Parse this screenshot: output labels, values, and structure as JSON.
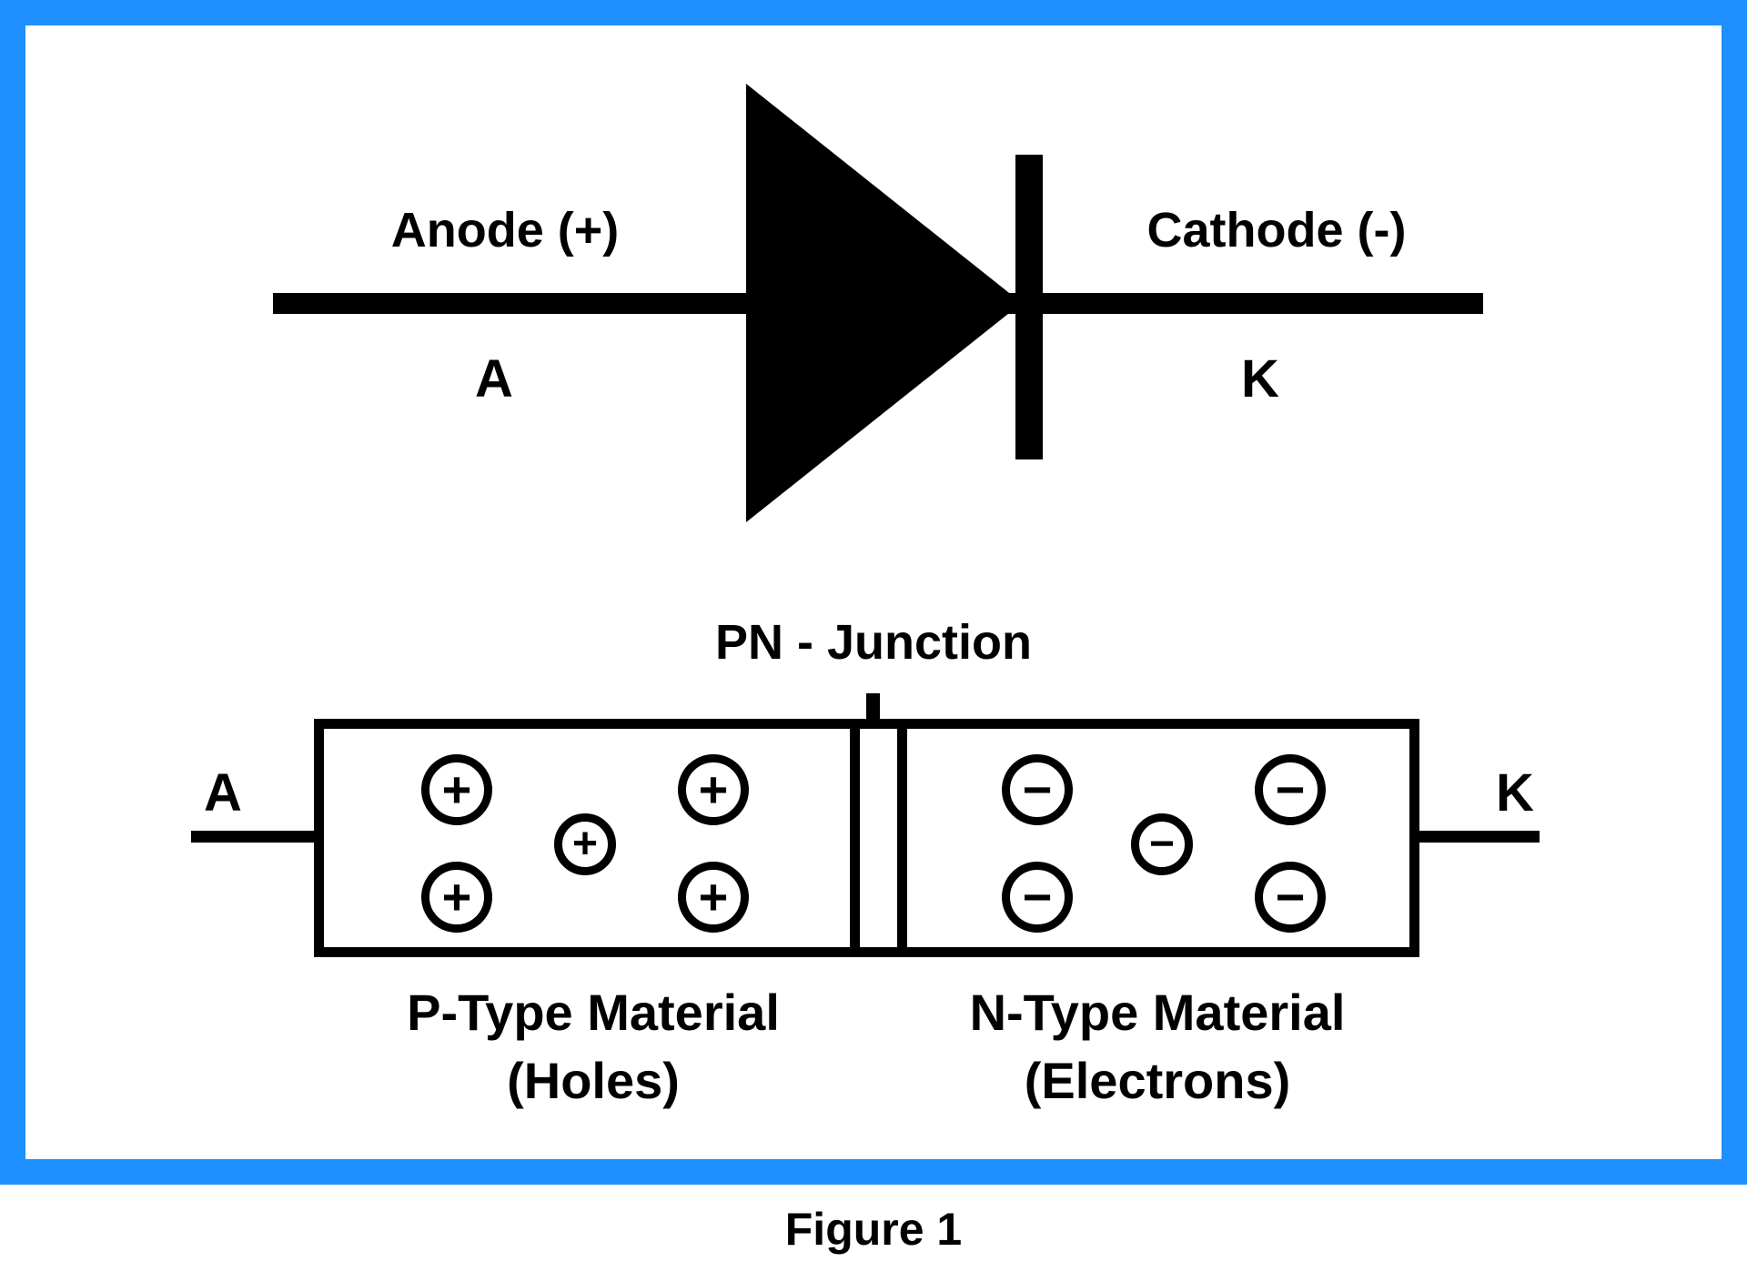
{
  "colors": {
    "frame": "#1E90FF",
    "ink": "#000000",
    "background": "#FFFFFF"
  },
  "diode_symbol": {
    "anode_label": "Anode (+)",
    "anode_terminal": "A",
    "cathode_label": "Cathode (-)",
    "cathode_terminal": "K"
  },
  "pn_diagram": {
    "junction_label": "PN - Junction",
    "anode_terminal": "A",
    "cathode_terminal": "K",
    "p_region": {
      "label_line1": "P-Type Material",
      "label_line2": "(Holes)",
      "carrier_symbol": "+",
      "carrier_count": 5
    },
    "n_region": {
      "label_line1": "N-Type Material",
      "label_line2": "(Electrons)",
      "carrier_symbol": "−",
      "carrier_count": 5
    }
  },
  "caption": "Figure 1"
}
